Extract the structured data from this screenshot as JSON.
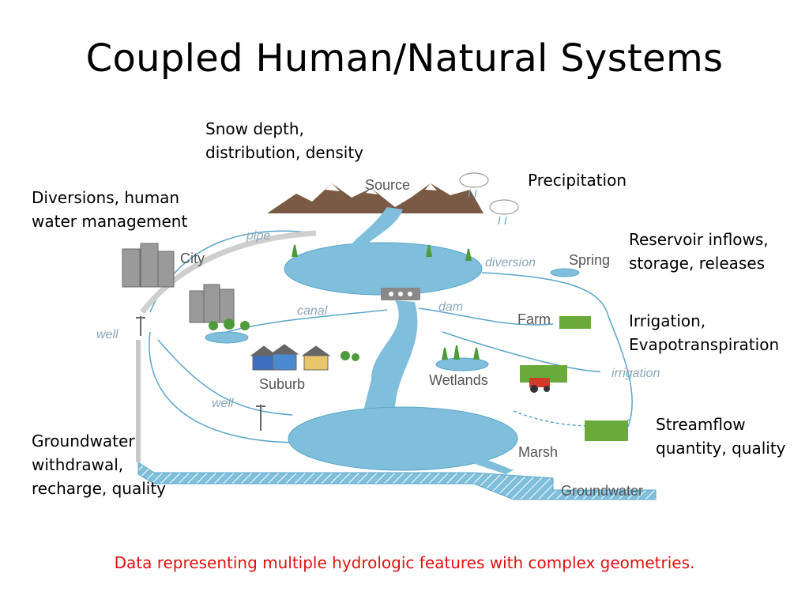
{
  "title": "Coupled Human/Natural Systems",
  "captions": {
    "snow": [
      "Snow depth,",
      "distribution, density"
    ],
    "precipitation": [
      "Precipitation"
    ],
    "diversions": [
      "Diversions, human",
      "water management"
    ],
    "reservoir": [
      "Reservoir inflows,",
      "storage, releases"
    ],
    "irrigation": [
      "Irrigation,",
      "Evapotranspiration"
    ],
    "streamflow": [
      "Streamflow",
      "quantity, quality"
    ],
    "groundwater": [
      "Groundwater",
      "withdrawal,",
      "recharge, quality"
    ]
  },
  "diagram_labels": {
    "source": "Source",
    "pipe": "pipe",
    "city": "City",
    "diversion": "diversion",
    "spring": "Spring",
    "canal": "canal",
    "dam": "dam",
    "farm": "Farm",
    "well_top": "well",
    "wetlands": "Wetlands",
    "irrigation": "irrigation",
    "suburb": "Suburb",
    "well_bottom": "well",
    "marsh": "Marsh",
    "groundwater": "Groundwater"
  },
  "footer": "Data representing multiple hydrologic features with complex geometries.",
  "colors": {
    "water": "#7fbfdc",
    "water_dark": "#5aa6c8",
    "mountain": "#7a5a44",
    "vegetation": "#4f9a3a",
    "footer_text": "#e01010"
  }
}
